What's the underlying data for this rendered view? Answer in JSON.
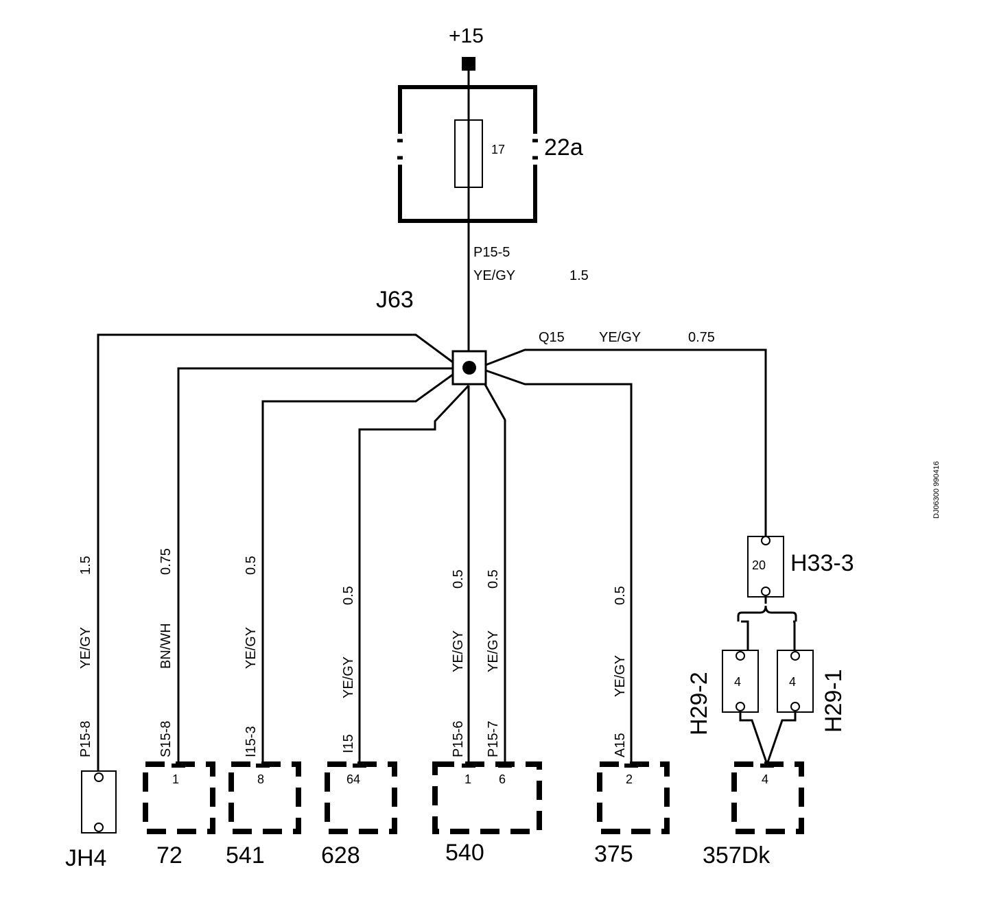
{
  "supply": "+15",
  "fuse": {
    "box": "22a",
    "number": "17"
  },
  "splice": "J63",
  "feed": {
    "pin": "P15-5",
    "color": "YE/GY",
    "size": "1.5"
  },
  "q15": {
    "pin": "Q15",
    "color": "YE/GY",
    "size": "0.75"
  },
  "wires": [
    {
      "size": "1.5",
      "color": "YE/GY",
      "pin": "P15-8"
    },
    {
      "size": "0.75",
      "color": "BN/WH",
      "pin": "S15-8"
    },
    {
      "size": "0.5",
      "color": "YE/GY",
      "pin": "I15-3"
    },
    {
      "size": "0.5",
      "color": "YE/GY",
      "pin": "I15"
    },
    {
      "size": "0.5",
      "color": "YE/GY",
      "pin": "P15-6"
    },
    {
      "size": "0.5",
      "color": "YE/GY",
      "pin": "P15-7"
    },
    {
      "size": "0.5",
      "color": "YE/GY",
      "pin": "A15"
    }
  ],
  "connectors": [
    {
      "name": "JH4"
    },
    {
      "name": "72",
      "pin": "1"
    },
    {
      "name": "541",
      "pin": "8"
    },
    {
      "name": "628",
      "pin": "64"
    },
    {
      "name": "540",
      "pins": [
        "1",
        "6"
      ]
    },
    {
      "name": "375",
      "pin": "2"
    },
    {
      "name": "357Dk",
      "pin": "4"
    }
  ],
  "h33": {
    "name": "H33-3",
    "pin": "20"
  },
  "h29_2": {
    "name": "H29-2",
    "pin": "4"
  },
  "h29_1": {
    "name": "H29-1",
    "pin": "4"
  },
  "doc_id": "DJ06300 990416"
}
